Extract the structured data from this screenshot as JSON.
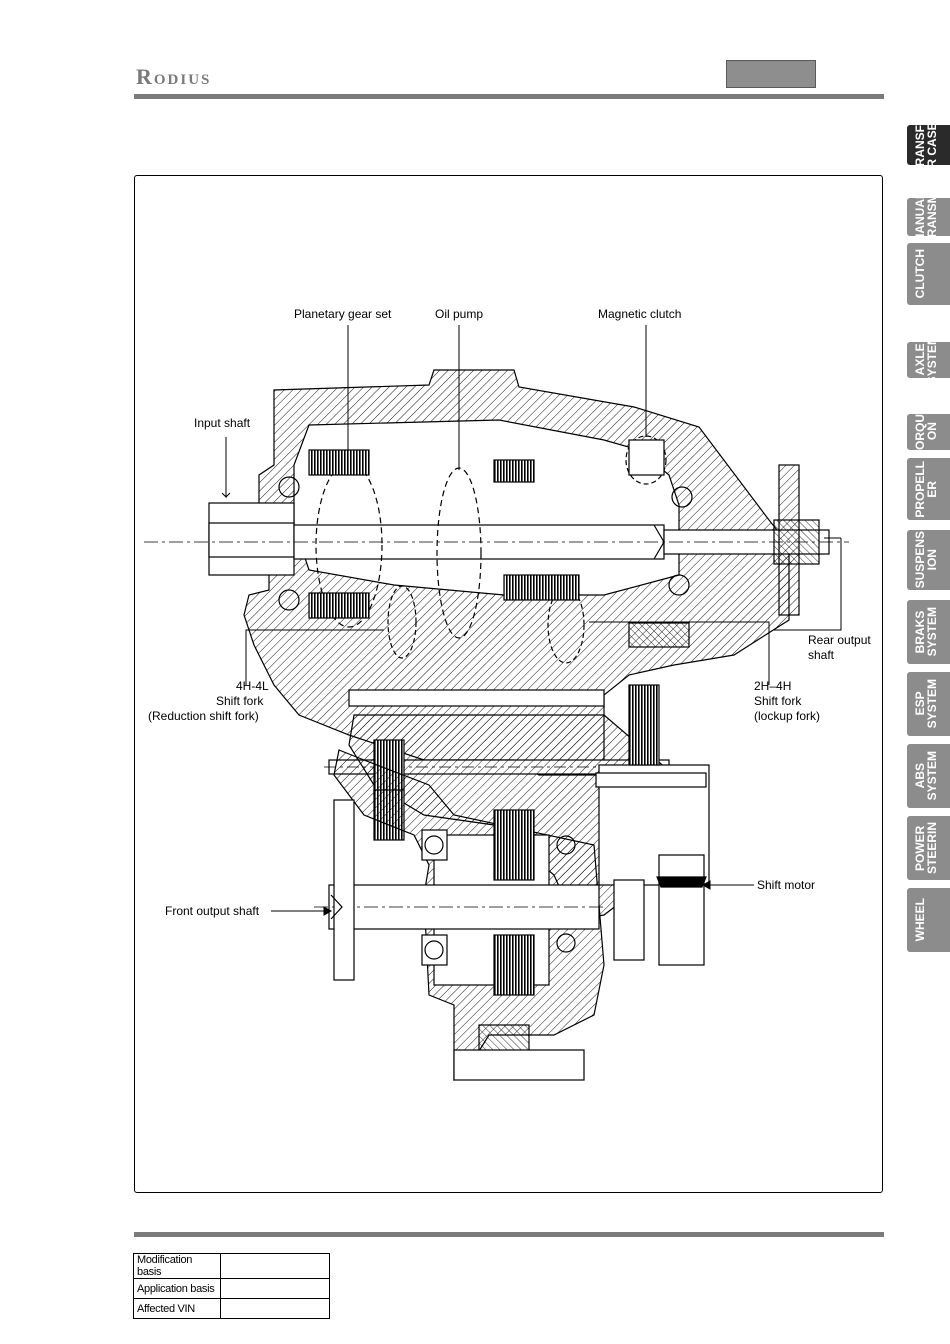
{
  "header": {
    "brand": "Rodius"
  },
  "tabs": [
    {
      "label": "TRANSFE\nR CASE",
      "active": true
    },
    {
      "label": "MANUAL\nTRANSMI",
      "active": false
    },
    {
      "label": "CLUTCH",
      "active": false
    },
    {
      "label": "AXLE\nSYSTEM",
      "active": false
    },
    {
      "label": "TORQUE\nON",
      "active": false
    },
    {
      "label": "PROPELL\nER",
      "active": false
    },
    {
      "label": "SUSPENS\nION",
      "active": false
    },
    {
      "label": "BRAKS\nSYSTEM",
      "active": false
    },
    {
      "label": "ESP\nSYSTEM",
      "active": false
    },
    {
      "label": "ABS\nSYSTEM",
      "active": false
    },
    {
      "label": "POWER\nSTEERIN",
      "active": false
    },
    {
      "label": "WHEEL",
      "active": false
    }
  ],
  "diagram": {
    "labels": {
      "planetary_gear_set": "Planetary gear set",
      "oil_pump": "Oil pump",
      "magnetic_clutch": "Magnetic clutch",
      "input_shaft": "Input shaft",
      "rear_output_shaft_1": "Rear output",
      "rear_output_shaft_2": "shaft",
      "fork_4h4l_1": "4H-4L",
      "fork_4h4l_2": "Shift fork",
      "fork_4h4l_3": "(Reduction shift fork)",
      "fork_2h4h_1": "2H–4H",
      "fork_2h4h_2": "Shift fork",
      "fork_2h4h_3": "(lockup fork)",
      "front_output_shaft": "Front output shaft",
      "shift_motor": "Shift motor"
    }
  },
  "info_table": {
    "rows": [
      {
        "label": "Modification basis",
        "value": ""
      },
      {
        "label": "Application basis",
        "value": ""
      },
      {
        "label": "Affected VIN",
        "value": ""
      }
    ]
  }
}
